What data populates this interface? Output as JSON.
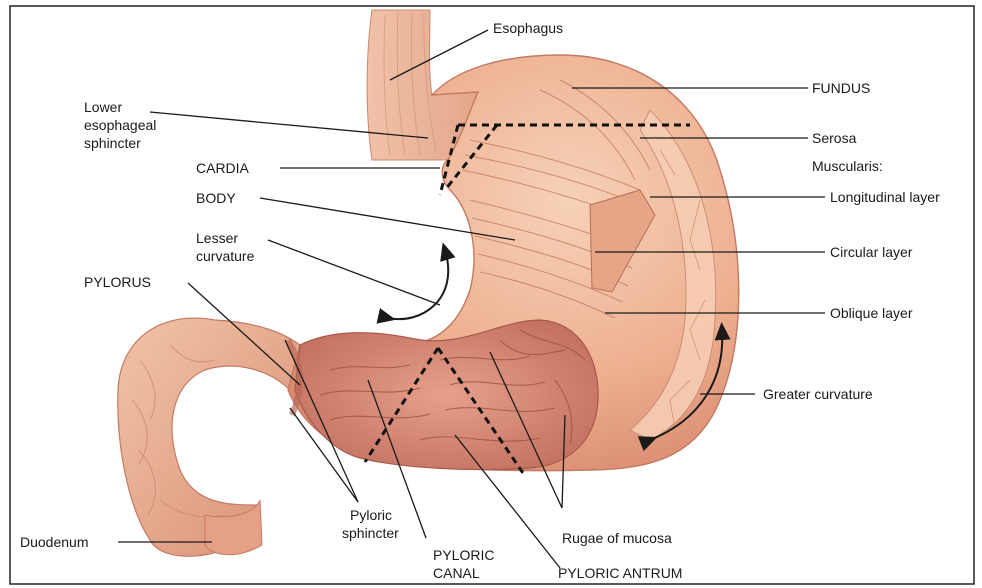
{
  "labels": {
    "esophagus": "Esophagus",
    "fundus": "FUNDUS",
    "les_1": "Lower",
    "les_2": "esophageal",
    "les_3": "sphincter",
    "serosa": "Serosa",
    "cardia": "CARDIA",
    "muscularis": "Muscularis:",
    "body": "BODY",
    "longitudinal": "Longitudinal layer",
    "lesser_1": "Lesser",
    "lesser_2": "curvature",
    "circular": "Circular layer",
    "pylorus": "PYLORUS",
    "oblique": "Oblique layer",
    "greater": "Greater curvature",
    "pyloric_sphincter_1": "Pyloric",
    "pyloric_sphincter_2": "sphincter",
    "duodenum": "Duodenum",
    "rugae": "Rugae of mucosa",
    "pyloric_canal_1": "PYLORIC",
    "pyloric_canal_2": "CANAL",
    "pyloric_antrum": "PYLORIC ANTRUM"
  },
  "colors": {
    "tissue_light": "#f3c3a4",
    "tissue_mid": "#e9a284",
    "tissue_dark": "#c9705a",
    "mucosa": "#d98a78",
    "line": "#1a1a1a",
    "frame": "#222222"
  }
}
